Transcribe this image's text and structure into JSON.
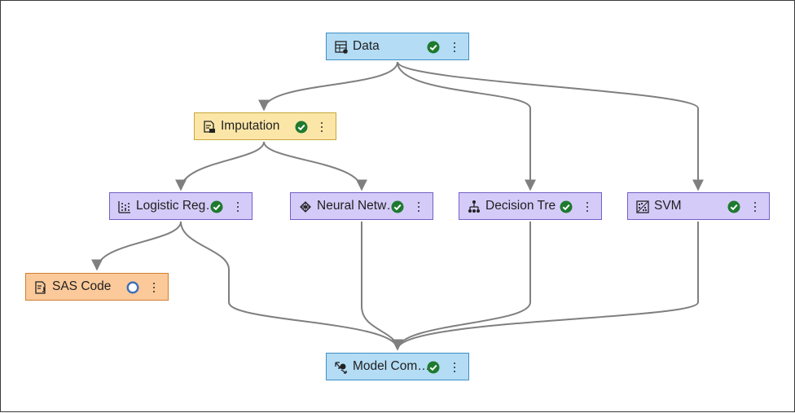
{
  "colors": {
    "data_node": "#b4dcf5",
    "preprocess_node": "#fbe6a8",
    "model_node": "#d5cbf8",
    "misc_node": "#fbc99a",
    "status_ok": "#1e7a2e",
    "status_pending": "#3d6fb6",
    "edge": "#7f7f7f"
  },
  "nodes": {
    "data": {
      "label": "Data",
      "icon": "table-icon",
      "status": "completed"
    },
    "imputation": {
      "label": "Imputation",
      "icon": "imputation-icon",
      "status": "completed"
    },
    "logistic": {
      "label": "Logistic Reg…",
      "icon": "scatter-grid-icon",
      "status": "completed"
    },
    "neural": {
      "label": "Neural Netw…rk",
      "icon": "neural-network-icon",
      "status": "completed"
    },
    "decision": {
      "label": "Decision Tre",
      "icon": "tree-icon",
      "status": "completed"
    },
    "svm": {
      "label": "SVM",
      "icon": "svm-icon",
      "status": "completed"
    },
    "sascode": {
      "label": "SAS Code",
      "icon": "code-file-icon",
      "status": "pending"
    },
    "modelcomp": {
      "label": "Model Com…",
      "icon": "model-comparison-icon",
      "status": "completed"
    }
  }
}
